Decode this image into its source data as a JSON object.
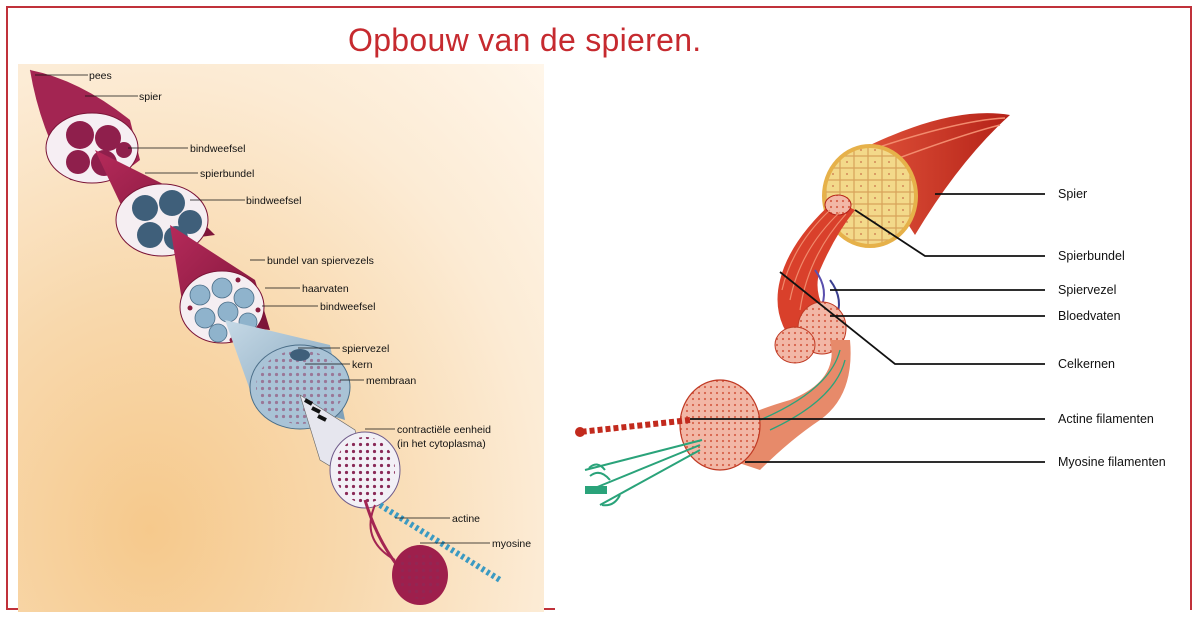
{
  "title": "Opbouw van de spieren.",
  "left_labels": {
    "pees": "pees",
    "spier": "spier",
    "bindweefsel1": "bindweefsel",
    "spierbundel": "spierbundel",
    "bindweefsel2": "bindweefsel",
    "bundel": "bundel van spiervezels",
    "haarvaten": "haarvaten",
    "bindweefsel3": "bindweefsel",
    "spiervezel": "spiervezel",
    "kern": "kern",
    "membraan": "membraan",
    "contractiel1": "contractiële eenheid",
    "contractiel2": "(in het cytoplasma)",
    "actine": "actine",
    "myosine": "myosine"
  },
  "right_labels": {
    "spier": "Spier",
    "spierbundel": "Spierbundel",
    "spiervezel": "Spiervezel",
    "bloedvaten": "Bloedvaten",
    "celkernen": "Celkernen",
    "actine": "Actine filamenten",
    "myosine": "Myosine filamenten"
  },
  "colors": {
    "title": "#c62a2f",
    "frame": "#c0313a",
    "muscle": "#9b1f48",
    "fiber": "#8fb3cc",
    "red_muscle": "#d9402b",
    "green_myosin": "#2aa37a"
  }
}
